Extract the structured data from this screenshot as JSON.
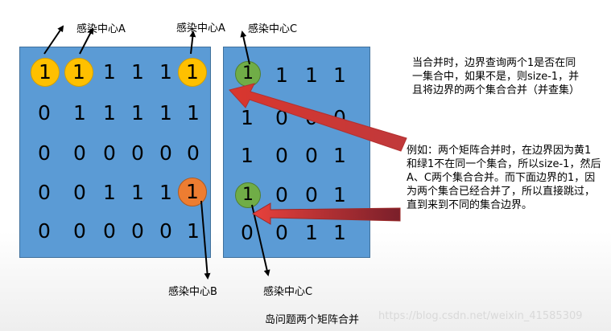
{
  "labels": {
    "center_a_1": "感染中心A",
    "center_a_2": "感染中心A",
    "center_c_top": "感染中心C",
    "center_b": "感染中心B",
    "center_c_bottom": "感染中心C"
  },
  "left_matrix": [
    [
      "1",
      "1",
      "1",
      "1",
      "1",
      "1"
    ],
    [
      "0",
      "1",
      "1",
      "1",
      "1",
      "1"
    ],
    [
      "0",
      "0",
      "0",
      "0",
      "0",
      "0"
    ],
    [
      "0",
      "0",
      "1",
      "1",
      "1",
      "1"
    ],
    [
      "0",
      "0",
      "0",
      "0",
      "0",
      "1"
    ]
  ],
  "right_matrix": [
    [
      "1",
      "1",
      "1",
      "1"
    ],
    [
      "1",
      "0",
      "0",
      "0"
    ],
    [
      "1",
      "0",
      "0",
      "1"
    ],
    [
      "1",
      "0",
      "0",
      "1"
    ],
    [
      "0",
      "0",
      "1",
      "1"
    ]
  ],
  "notes": {
    "note1": "当合并时，边界查询两个1是否在同一集合中，如果不是，则size-1，并且将边界的两个集合合并（并查集）",
    "note2": "例如：两个矩阵合并时，在边界因为黄1和绿1不在同一个集合，所以size-1，然后A、C两个集合合并。而下面边界的1，因为两个集合已经合并了，所以直接跳过，直到来到不同的集合边界。"
  },
  "caption": "岛问题两个矩阵合并",
  "watermark": "https://blog.csdn.net/weixin_41585309",
  "colors": {
    "matrix_fill": "#5b9bd5",
    "yellow_circle": "#ffc000",
    "green_circle": "#70ad47",
    "orange_circle": "#ed7d31",
    "arrow_red": "#e03c3c"
  }
}
